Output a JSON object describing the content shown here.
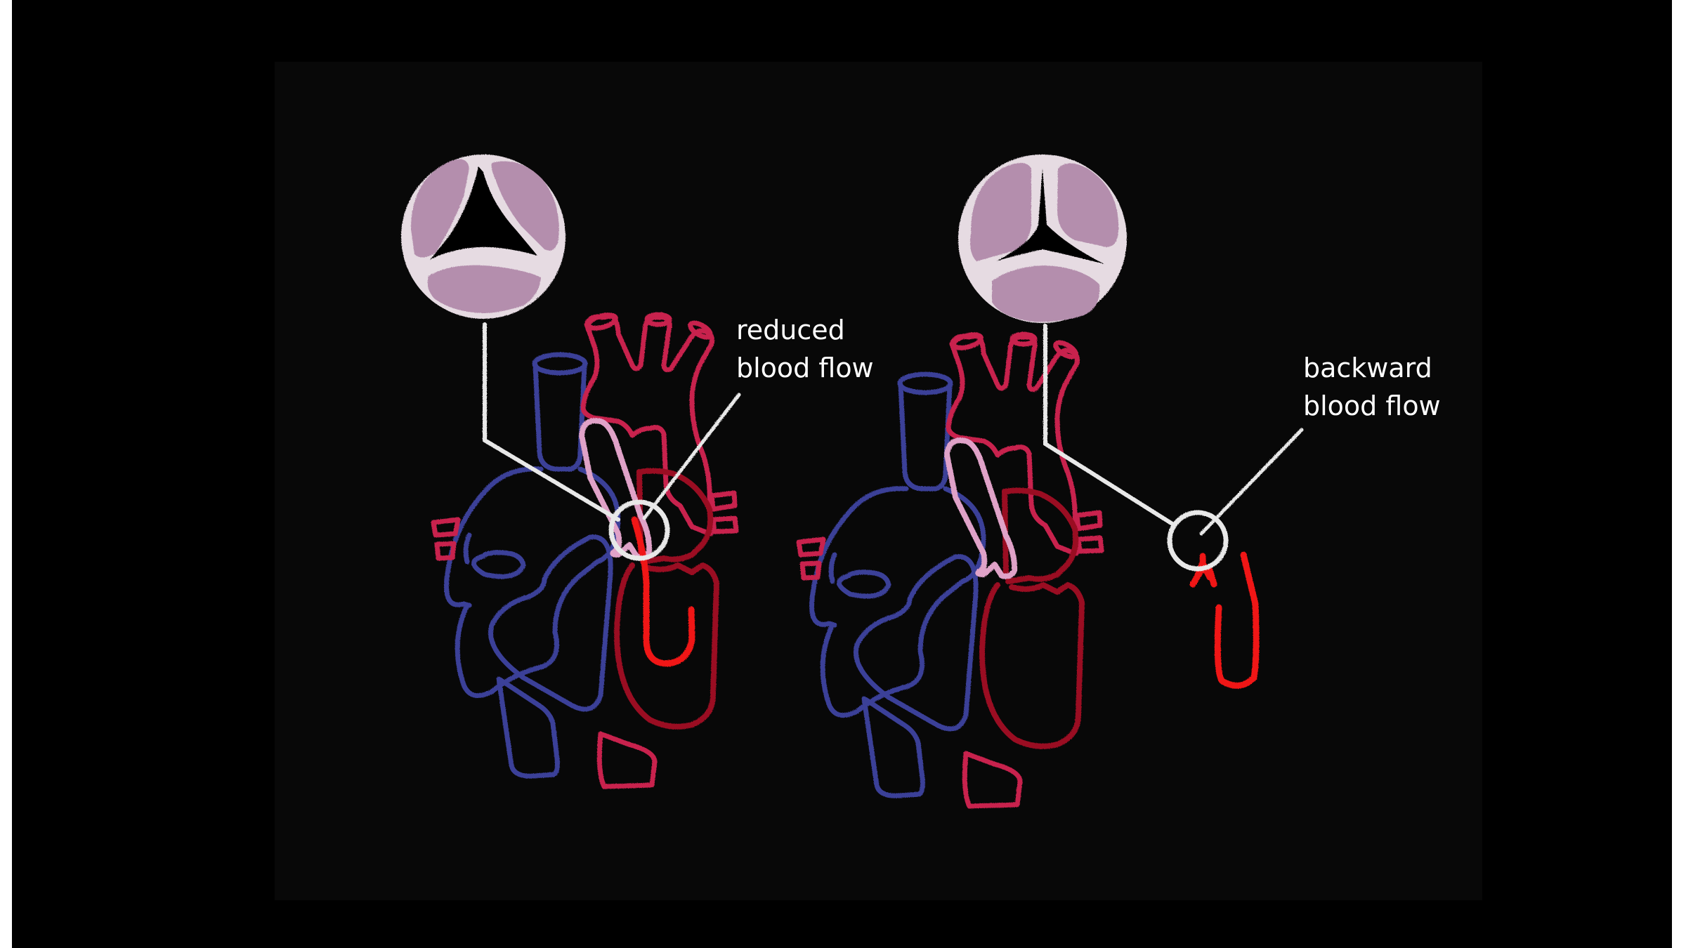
{
  "figure": {
    "background_color": "#000000",
    "panel_color": "#080808",
    "colors": {
      "valve_rim": "#e6dbe2",
      "valve_leaflet": "#b48ead",
      "veins_blue": "#3a3f98",
      "aorta_crimson": "#c8204e",
      "pulmonary_pink": "#e0a2c8",
      "left_heart_darkred": "#9a0f24",
      "flow_red": "#f01414",
      "pointer_white": "#e8e8e8"
    },
    "panels": [
      {
        "id": "stenosis",
        "valve_state": "narrowed triangular opening",
        "label_lines": [
          "reduced",
          "blood flow"
        ]
      },
      {
        "id": "regurgitation",
        "valve_state": "leaky Y-shaped closure",
        "label_lines": [
          "backward",
          "blood flow"
        ]
      }
    ]
  }
}
